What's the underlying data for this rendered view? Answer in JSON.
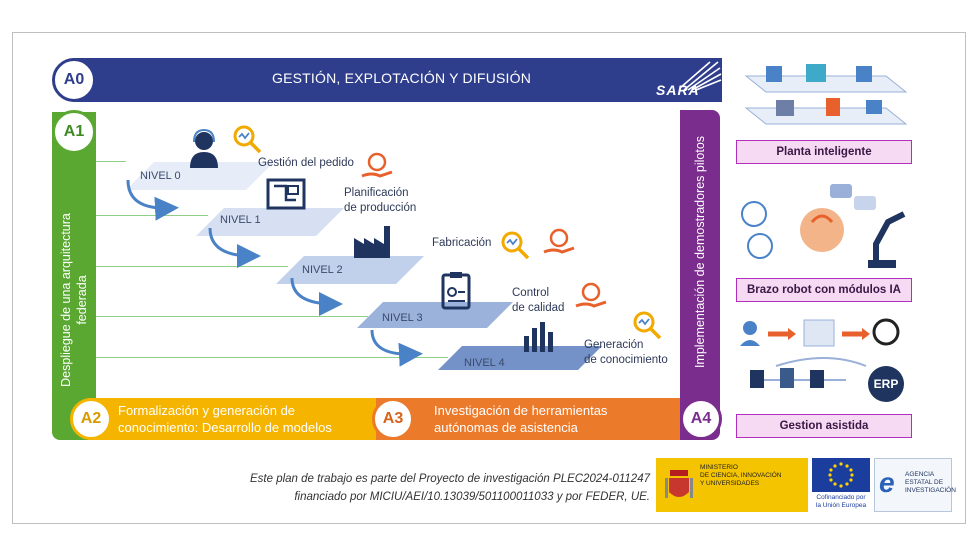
{
  "a0": {
    "code": "A0",
    "title": "GESTIÓN, EXPLOTACIÓN Y DIFUSIÓN",
    "logo": "SARA"
  },
  "a1": {
    "code": "A1",
    "line1": "Despliegue de una arquitectura",
    "line2": "federada"
  },
  "a2": {
    "code": "A2",
    "line1": "Formalización y generación de",
    "line2": "conocimiento: Desarrollo de modelos"
  },
  "a3": {
    "code": "A3",
    "line1": "Investigación de herramientas",
    "line2": "autónomas de asistencia"
  },
  "a4": {
    "code": "A4",
    "label": "Implementación de demostradores pilotos"
  },
  "levels": [
    "NIVEL 0",
    "NIVEL 1",
    "NIVEL 2",
    "NIVEL 3",
    "NIVEL 4"
  ],
  "steps": {
    "s1": "Gestión del pedido",
    "s2a": "Planificación",
    "s2b": "de producción",
    "s3": "Fabricación",
    "s4a": "Control",
    "s4b": "de calidad",
    "s5a": "Generación",
    "s5b": "de conocimiento"
  },
  "pilots": [
    "Planta inteligente",
    "Brazo robot con módulos IA",
    "Gestion asistida"
  ],
  "erp": "ERP",
  "footer": {
    "line1": "Este plan de trabajo es parte del Proyecto de investigación PLEC2024-011247",
    "line2": "financiado por MICIU/AEI/10.13039/501100011033 y por FEDER, UE."
  },
  "logos": {
    "ministerio": [
      "MINISTERIO",
      "DE CIENCIA, INNOVACIÓN",
      "Y UNIVERSIDADES"
    ],
    "eu": [
      "Cofinanciado por",
      "la Unión Europea"
    ],
    "agencia": [
      "AGENCIA",
      "ESTATAL DE",
      "INVESTIGACIÓN"
    ]
  },
  "colors": {
    "a0": "#2f3e8c",
    "a1": "#5aa832",
    "a2": "#f5b400",
    "a3": "#ec7a2b",
    "a4": "#7b2d8e",
    "pilot": "#b22fbd"
  }
}
